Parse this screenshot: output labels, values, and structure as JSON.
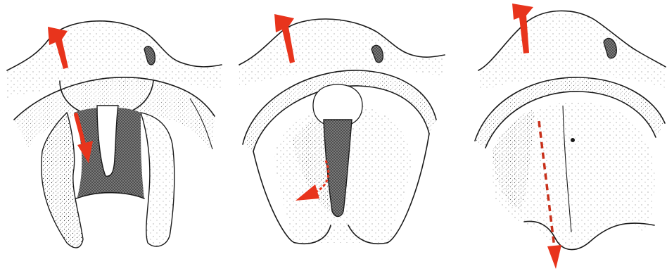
{
  "colors": {
    "background": "#ffffff",
    "ink": "#1a1a1a",
    "stipple": "#3a3a3a",
    "arrow_red": "#e8341c"
  },
  "panels": [
    {
      "id": "panel-1",
      "arrows": [
        "entry-arrow",
        "downward-arrow"
      ]
    },
    {
      "id": "panel-2",
      "arrows": [
        "entry-arrow",
        "curved-arrow"
      ]
    },
    {
      "id": "panel-3",
      "arrows": [
        "entry-arrow",
        "dashed-arrow"
      ]
    }
  ]
}
